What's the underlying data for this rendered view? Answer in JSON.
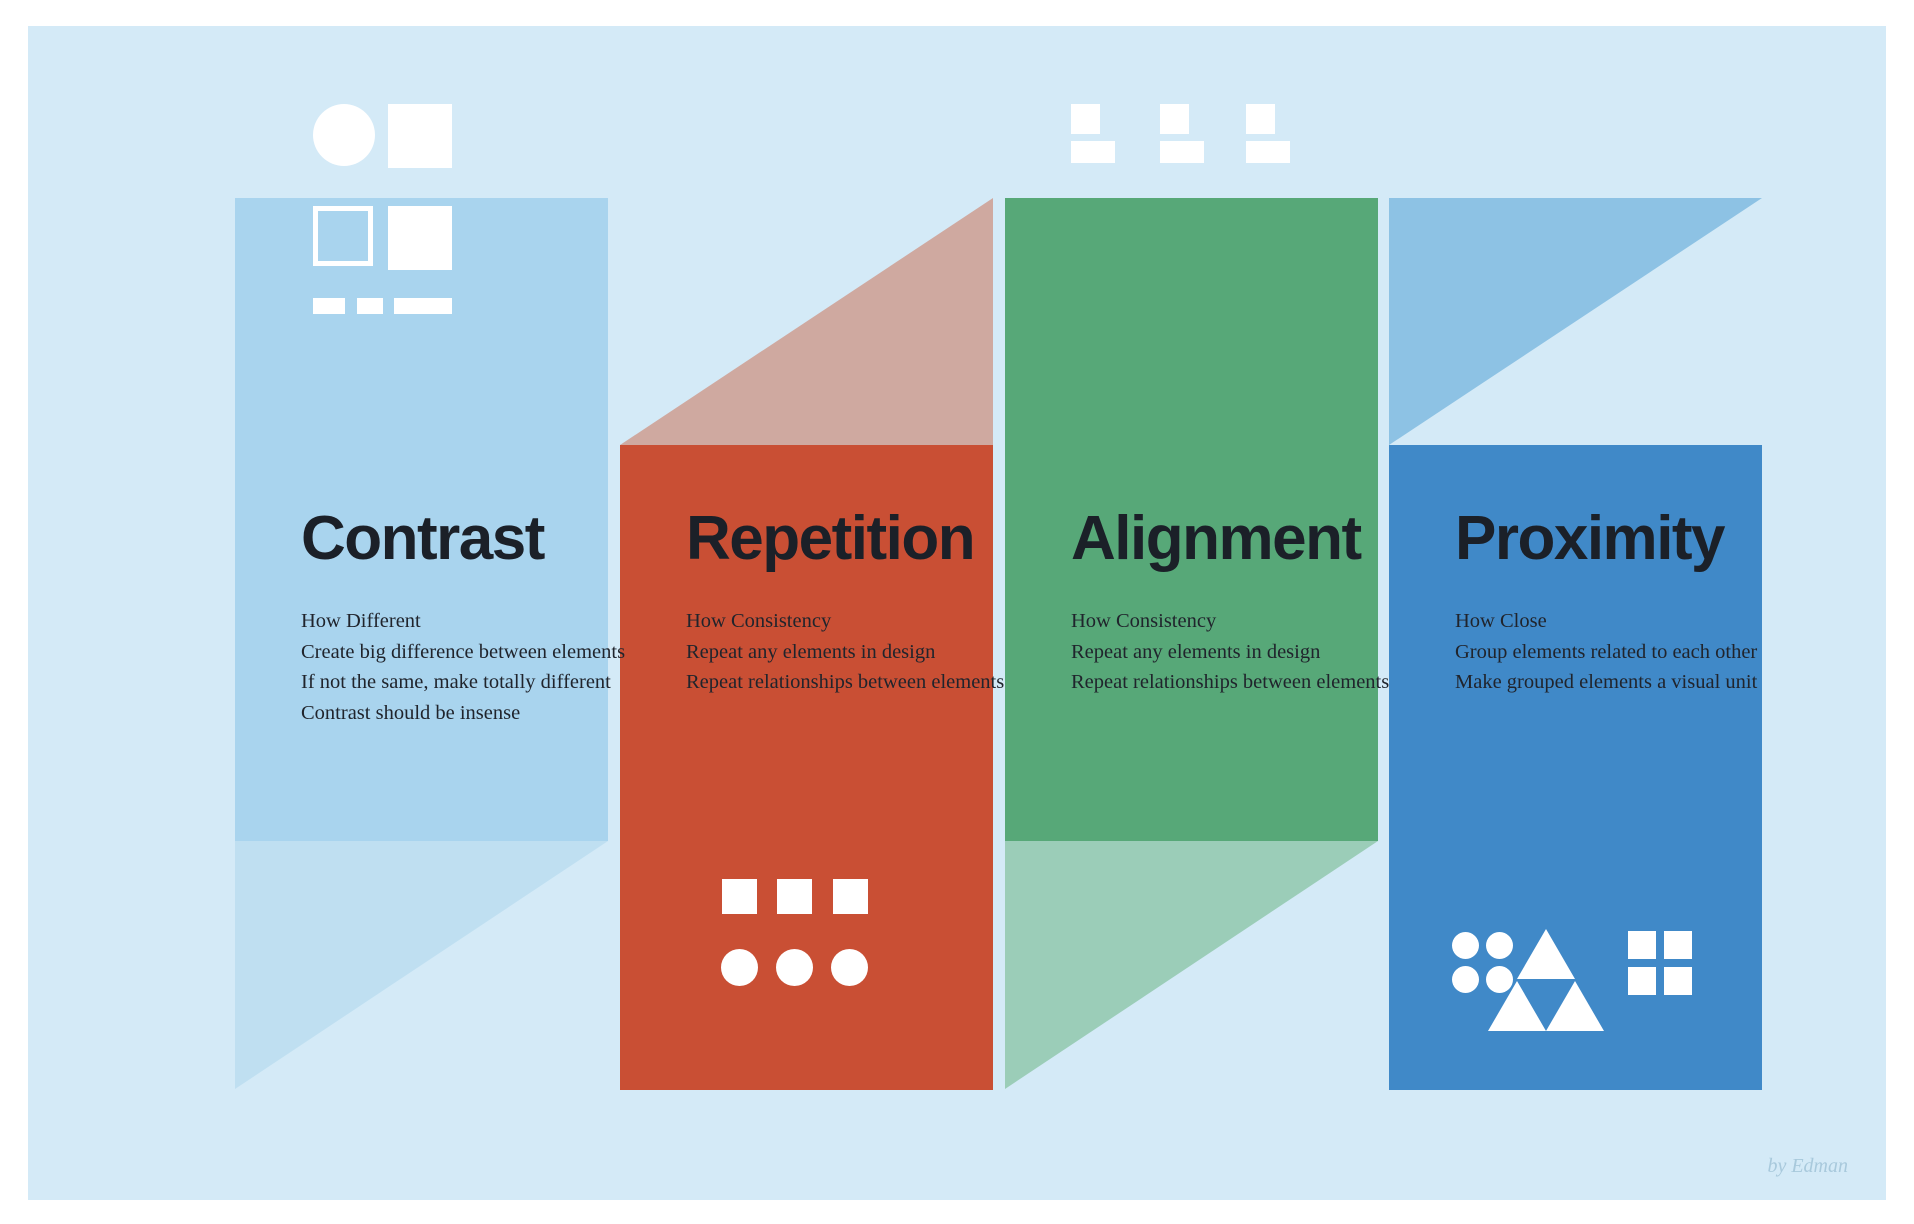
{
  "poster": {
    "background": "#d4eaf7",
    "outer_background": "#ffffff",
    "credit": "by Edman"
  },
  "principles": [
    {
      "id": "contrast",
      "title": "Contrast",
      "color": "#a9d4ee",
      "fold_color": "#bfdff1",
      "lines": [
        "How Different",
        "Create big difference between elements",
        "If not the same, make totally different",
        "Contrast should be insense"
      ],
      "icons": [
        "filled-circle-icon",
        "filled-square-icon",
        "outlined-square-icon",
        "filled-square-icon",
        "bar-small-icon",
        "bar-tiny-icon",
        "bar-wide-icon"
      ]
    },
    {
      "id": "repetition",
      "title": "Repetition",
      "color": "#c94f34",
      "fold_color": "#cfa9a0",
      "lines": [
        "How Consistency",
        "Repeat any elements in design",
        "Repeat relationships between elements"
      ],
      "icons": [
        "square-icon",
        "square-icon",
        "square-icon",
        "circle-icon",
        "circle-icon",
        "circle-icon"
      ]
    },
    {
      "id": "alignment",
      "title": "Alignment",
      "color": "#57a878",
      "fold_color": "#9bcdb8",
      "lines": [
        "How Consistency",
        "Repeat any elements in design",
        "Repeat relationships between elements"
      ],
      "icons": [
        "square-bar-pair-icon",
        "square-bar-pair-icon",
        "square-bar-pair-icon"
      ]
    },
    {
      "id": "proximity",
      "title": "Proximity",
      "color": "#4089c8",
      "fold_color": "#8dc2e4",
      "lines": [
        "How Close",
        "Group elements related to each other",
        "Make grouped elements a visual unit"
      ],
      "icons": [
        "circle-cluster-icon",
        "triangle-cluster-icon",
        "square-grid-icon"
      ]
    }
  ]
}
